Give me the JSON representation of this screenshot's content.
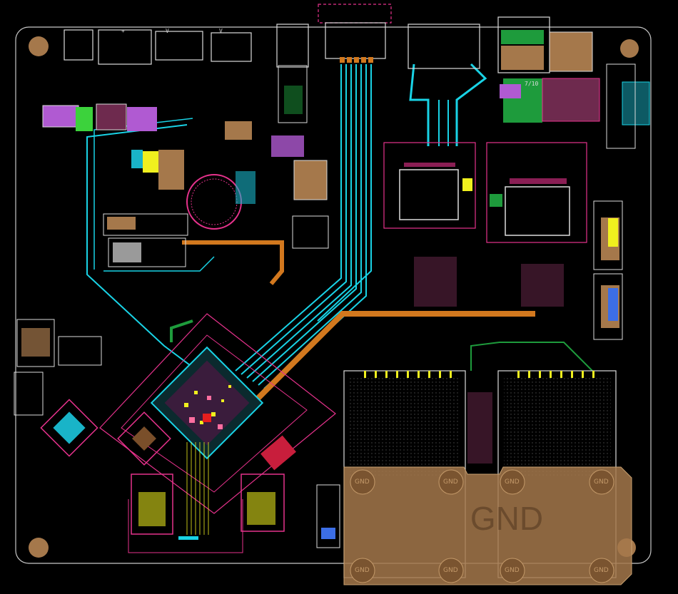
{
  "board": {
    "copper_pour_label": "GND",
    "pad_label": "GND",
    "header_markers": [
      "+",
      "V",
      "V"
    ],
    "connector_text": "7/10",
    "colors": {
      "background": "#000000",
      "outline": "#c8c8c8",
      "trace_cyan": "#19d3e6",
      "trace_orange": "#d2781e",
      "trace_green": "#1e9b3c",
      "keepout_magenta": "#e6328c",
      "copper_pour": "#a5784b",
      "silk_white": "#dcdcdc",
      "silk_yellow": "#f0f01e"
    }
  }
}
